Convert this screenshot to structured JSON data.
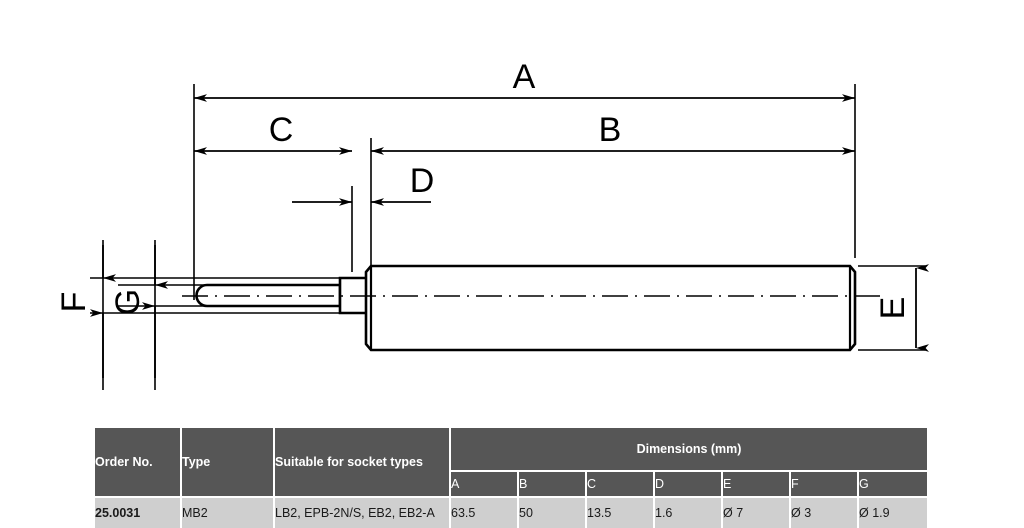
{
  "drawing": {
    "title": "Technical dimension drawing of mandrel MB2",
    "dimension_labels": {
      "A": "A",
      "B": "B",
      "C": "C",
      "D": "D",
      "E": "E",
      "F": "F",
      "G": "G"
    },
    "line_color": "#000000",
    "background": "#ffffff"
  },
  "table": {
    "header": {
      "order_no": "Order No.",
      "type": "Type",
      "socket_types": "Suitable for socket types",
      "dimensions": "Dimensions (mm)"
    },
    "dimension_columns": [
      "A",
      "B",
      "C",
      "D",
      "E",
      "F",
      "G"
    ],
    "rows": [
      {
        "order_no": "25.0031",
        "type": "MB2",
        "socket_types": "LB2, EPB-2N/S, EB2, EB2-A",
        "A": "63.5",
        "B": "50",
        "C": "13.5",
        "D": "1.6",
        "E": "Ø 7",
        "F": "Ø 3",
        "G": "Ø 1.9"
      }
    ],
    "colors": {
      "header_bg": "#565656",
      "header_text": "#ffffff",
      "row_bg": "#cfcfcf",
      "row_text": "#1a1a1a"
    }
  }
}
